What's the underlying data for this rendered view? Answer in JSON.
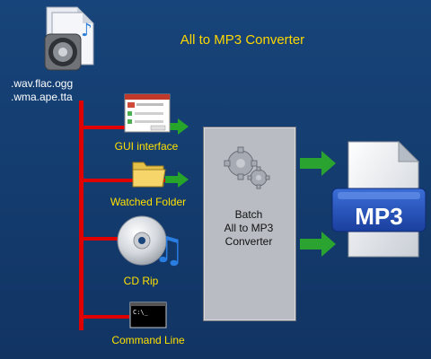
{
  "title": "All to MP3 Converter",
  "formats": {
    "line1": ".wav.flac.ogg",
    "line2": ".wma.ape.tta"
  },
  "inputs": [
    {
      "label": "GUI interface",
      "icon": "gui-window-icon"
    },
    {
      "label": "Watched Folder",
      "icon": "folder-icon"
    },
    {
      "label": "CD Rip",
      "icon": "cd-music-icon"
    },
    {
      "label": "Command Line",
      "icon": "command-line-icon"
    }
  ],
  "batch": {
    "line1": "Batch",
    "line2": "All to MP3",
    "line3": "Converter"
  },
  "output": {
    "label": "MP3",
    "icon": "mp3-file-icon"
  },
  "colors": {
    "title": "#ffd700",
    "labels": "#ffe000",
    "connector": "#e00000",
    "arrow": "#22aa22",
    "background": "#17447a"
  }
}
